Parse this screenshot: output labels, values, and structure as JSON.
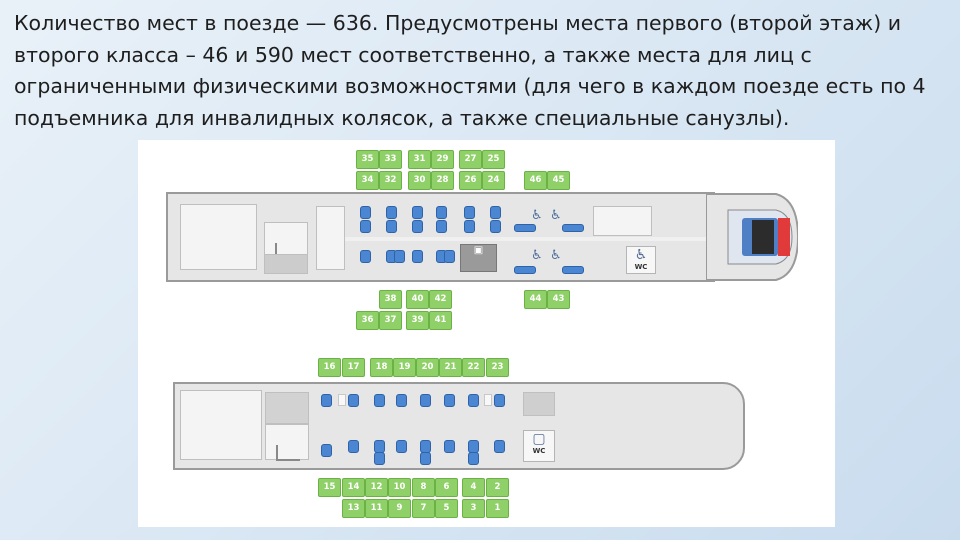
{
  "slide": {
    "text": "Количество мест в поезде — 636. Предусмотрены места первого (второй этаж) и второго класса – 46 и 590 мест соответственно, а также места для лиц с ограниченными физическими возможностями (для чего в каждом поезде есть по 4 подъемника для инвалидных колясок, а также специальные санузлы)."
  },
  "upper_deck": {
    "top_row1": [
      "35",
      "33",
      "31",
      "29",
      "27",
      "25"
    ],
    "top_row2": [
      "34",
      "32",
      "30",
      "28",
      "26",
      "24"
    ],
    "top_right": [
      "46",
      "45"
    ],
    "bottom_row1": [
      "38",
      "40",
      "42"
    ],
    "bottom_row2": [
      "36",
      "37",
      "39",
      "41"
    ],
    "bottom_right": [
      "44",
      "43"
    ],
    "wc_label": "WC"
  },
  "lower_deck": {
    "top_row": [
      "16",
      "17",
      "18",
      "19",
      "20",
      "21",
      "22",
      "23"
    ],
    "bottom_row1": [
      "15",
      "14",
      "12",
      "10",
      "8",
      "6",
      "4",
      "2"
    ],
    "bottom_row2": [
      "13",
      "11",
      "9",
      "7",
      "5",
      "3",
      "1"
    ],
    "wc_label": "WC"
  },
  "icons": {
    "wheelchair": "wheelchair-icon",
    "stairs": "stairs-icon",
    "toilet": "toilet-icon",
    "luggage": "luggage-icon"
  },
  "colors": {
    "seat_label_green": "#8fd068",
    "seat_blue": "#4a86d1",
    "nose_red": "#e03a3a"
  }
}
